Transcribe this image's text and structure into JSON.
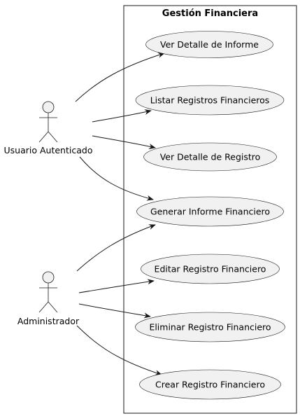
{
  "system": {
    "title": "Gestión Financiera"
  },
  "actors": [
    {
      "id": "user",
      "label": "Usuario Autenticado"
    },
    {
      "id": "admin",
      "label": "Administrador"
    }
  ],
  "use_cases": [
    {
      "id": "uc1",
      "label": "Ver Detalle de Informe"
    },
    {
      "id": "uc2",
      "label": "Listar Registros Financieros"
    },
    {
      "id": "uc3",
      "label": "Ver Detalle de Registro"
    },
    {
      "id": "uc4",
      "label": "Generar Informe Financiero"
    },
    {
      "id": "uc5",
      "label": "Editar Registro Financiero"
    },
    {
      "id": "uc6",
      "label": "Eliminar Registro Financiero"
    },
    {
      "id": "uc7",
      "label": "Crear Registro Financiero"
    }
  ],
  "associations": [
    {
      "from": "user",
      "to": "uc1"
    },
    {
      "from": "user",
      "to": "uc2"
    },
    {
      "from": "user",
      "to": "uc3"
    },
    {
      "from": "user",
      "to": "uc4"
    },
    {
      "from": "admin",
      "to": "uc4"
    },
    {
      "from": "admin",
      "to": "uc5"
    },
    {
      "from": "admin",
      "to": "uc6"
    },
    {
      "from": "admin",
      "to": "uc7"
    }
  ]
}
